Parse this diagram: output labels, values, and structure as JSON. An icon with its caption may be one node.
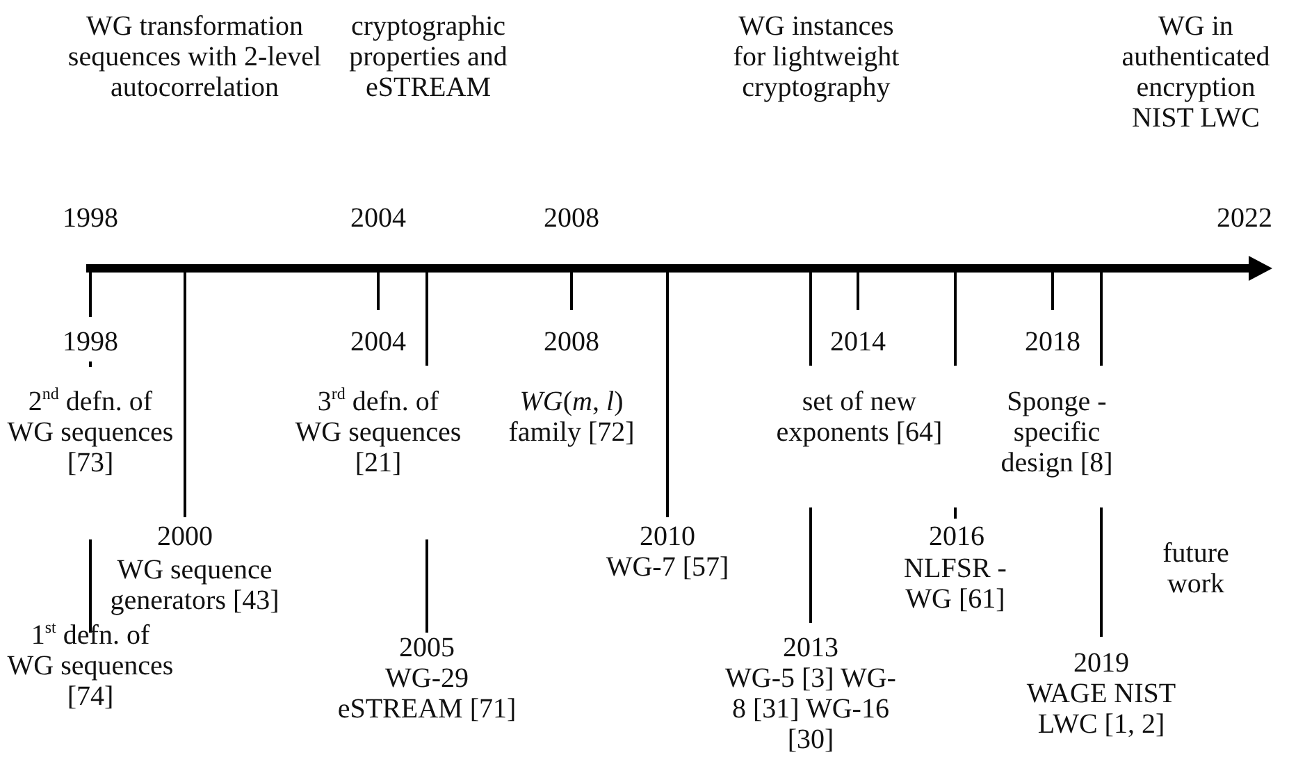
{
  "diagram": {
    "labels": [
      "WG transformation sequences with 2-level autocorrelation",
      "cryptographic properties and eSTREAM",
      "WG instances for lightweight cryptography",
      "WG in authenticated encryption NIST LWC",
      "1998",
      "2004",
      "2008",
      "2022",
      "1998",
      "2004",
      "2008",
      "2014",
      "2018",
      "2$^{nd}$ defn. of WG sequences [73]",
      "3$^{rd}$ defn. of WG sequences [21]",
      "*WG*(*m*, *l*) family [72]",
      "set of new exponents [64]",
      "Sponge -specific design [8]",
      "2000",
      "WG sequence generators [43]",
      "2010",
      "WG-7 [57]",
      "2016",
      "NLFSR -WG [61]",
      "future work",
      "1$^{st}$ defn. of WG sequences [74]",
      "2005",
      "WG-29 eSTREAM [71]",
      "2013",
      "WG-5 [3] WG-8 [31] WG-16 [30]",
      "2019",
      "WAGE NIST LWC [1, 2]"
    ]
  }
}
